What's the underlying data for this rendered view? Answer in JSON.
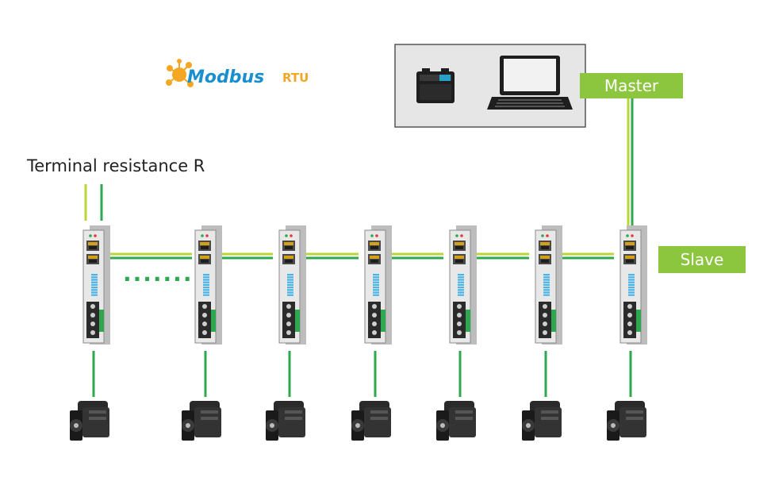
{
  "logo": {
    "brand_text": "Modbus",
    "protocol_text": "RTU"
  },
  "labels": {
    "terminal_resistance": "Terminal resistance R",
    "master": "Master",
    "slave": "Slave",
    "ellipsis": "......."
  },
  "colors": {
    "green_line": "#2ea84f",
    "yellow_green_line": "#b8d634",
    "badge_green": "#8cc63f",
    "badge_text": "#ffffff",
    "drive_body": "#e8e8e8",
    "drive_border": "#8a8a8a",
    "motor_dark": "#2a2a2a",
    "master_box_bg": "#e6e6e6",
    "logo_orange": "#f5a623",
    "logo_blue": "#1a8fd0",
    "text_dark": "#222222"
  },
  "network": {
    "drive_count": 7,
    "motor_count": 7
  }
}
